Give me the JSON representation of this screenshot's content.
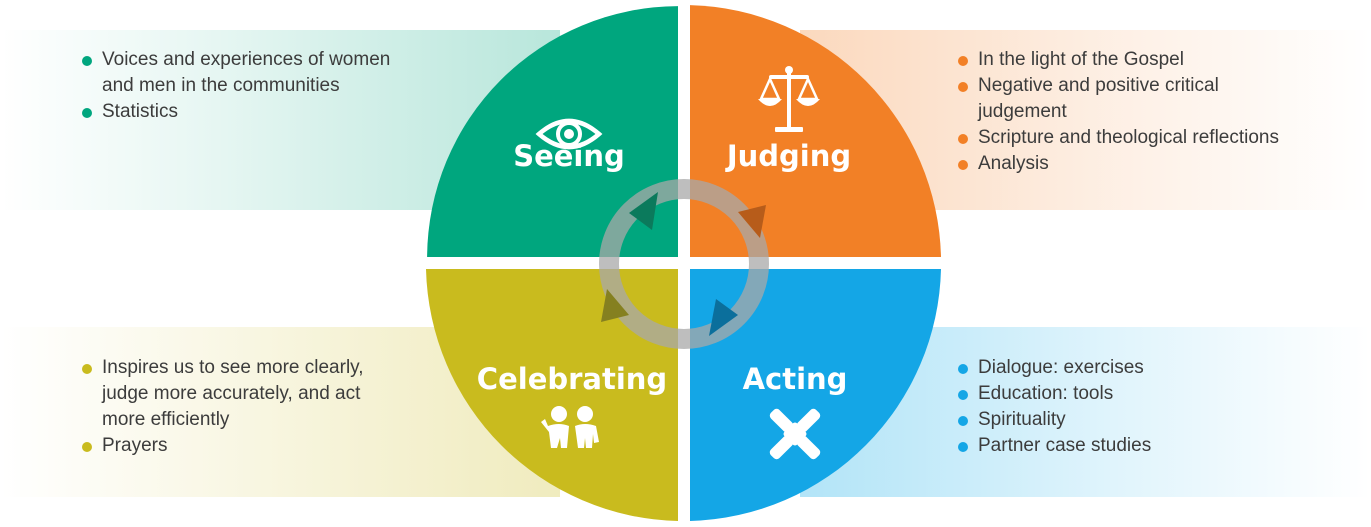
{
  "quadrants": {
    "seeing": {
      "label": "Seeing",
      "color": "#00a67e",
      "icon": "eye-icon",
      "items": [
        "Voices and experiences of women",
        "and men in the communities",
        "Statistics"
      ]
    },
    "judging": {
      "label": "Judging",
      "color": "#f28026",
      "icon": "scales-icon",
      "items": [
        "In the light of the Gospel",
        "Negative and positive critical",
        "judgement",
        "Scripture and theological reflections",
        "Analysis"
      ]
    },
    "celebrating": {
      "label": "Celebrating",
      "color": "#c9bb1e",
      "icon": "children-icon",
      "items": [
        "Inspires us to see more clearly,",
        "judge more accurately, and act",
        "more efficiently",
        "Prayers"
      ]
    },
    "acting": {
      "label": "Acting",
      "color": "#14a6e6",
      "icon": "joined-hands-icon",
      "items": [
        "Dialogue: exercises",
        "Education: tools",
        "Spirituality",
        "Partner case studies"
      ]
    }
  }
}
